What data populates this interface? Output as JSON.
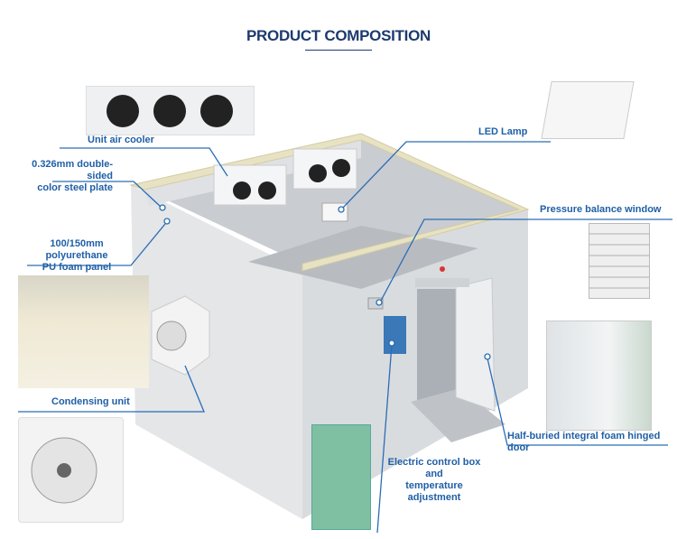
{
  "title": "PRODUCT COMPOSITION",
  "labels": {
    "air_cooler": "Unit air cooler",
    "steel_plate_1": "0.326mm double-sided",
    "steel_plate_2": "color steel plate",
    "pu_panel_1": "100/150mm polyurethane",
    "pu_panel_2": "PU foam panel",
    "condensing": "Condensing unit",
    "led": "LED Lamp",
    "pressure": "Pressure balance window",
    "door": "Half-buried integral foam hinged door",
    "control_1": "Electric control box and",
    "control_2": "temperature adjustment"
  },
  "colors": {
    "title": "#1d3a6e",
    "label": "#1f5fa6",
    "line": "#2a6db5"
  }
}
